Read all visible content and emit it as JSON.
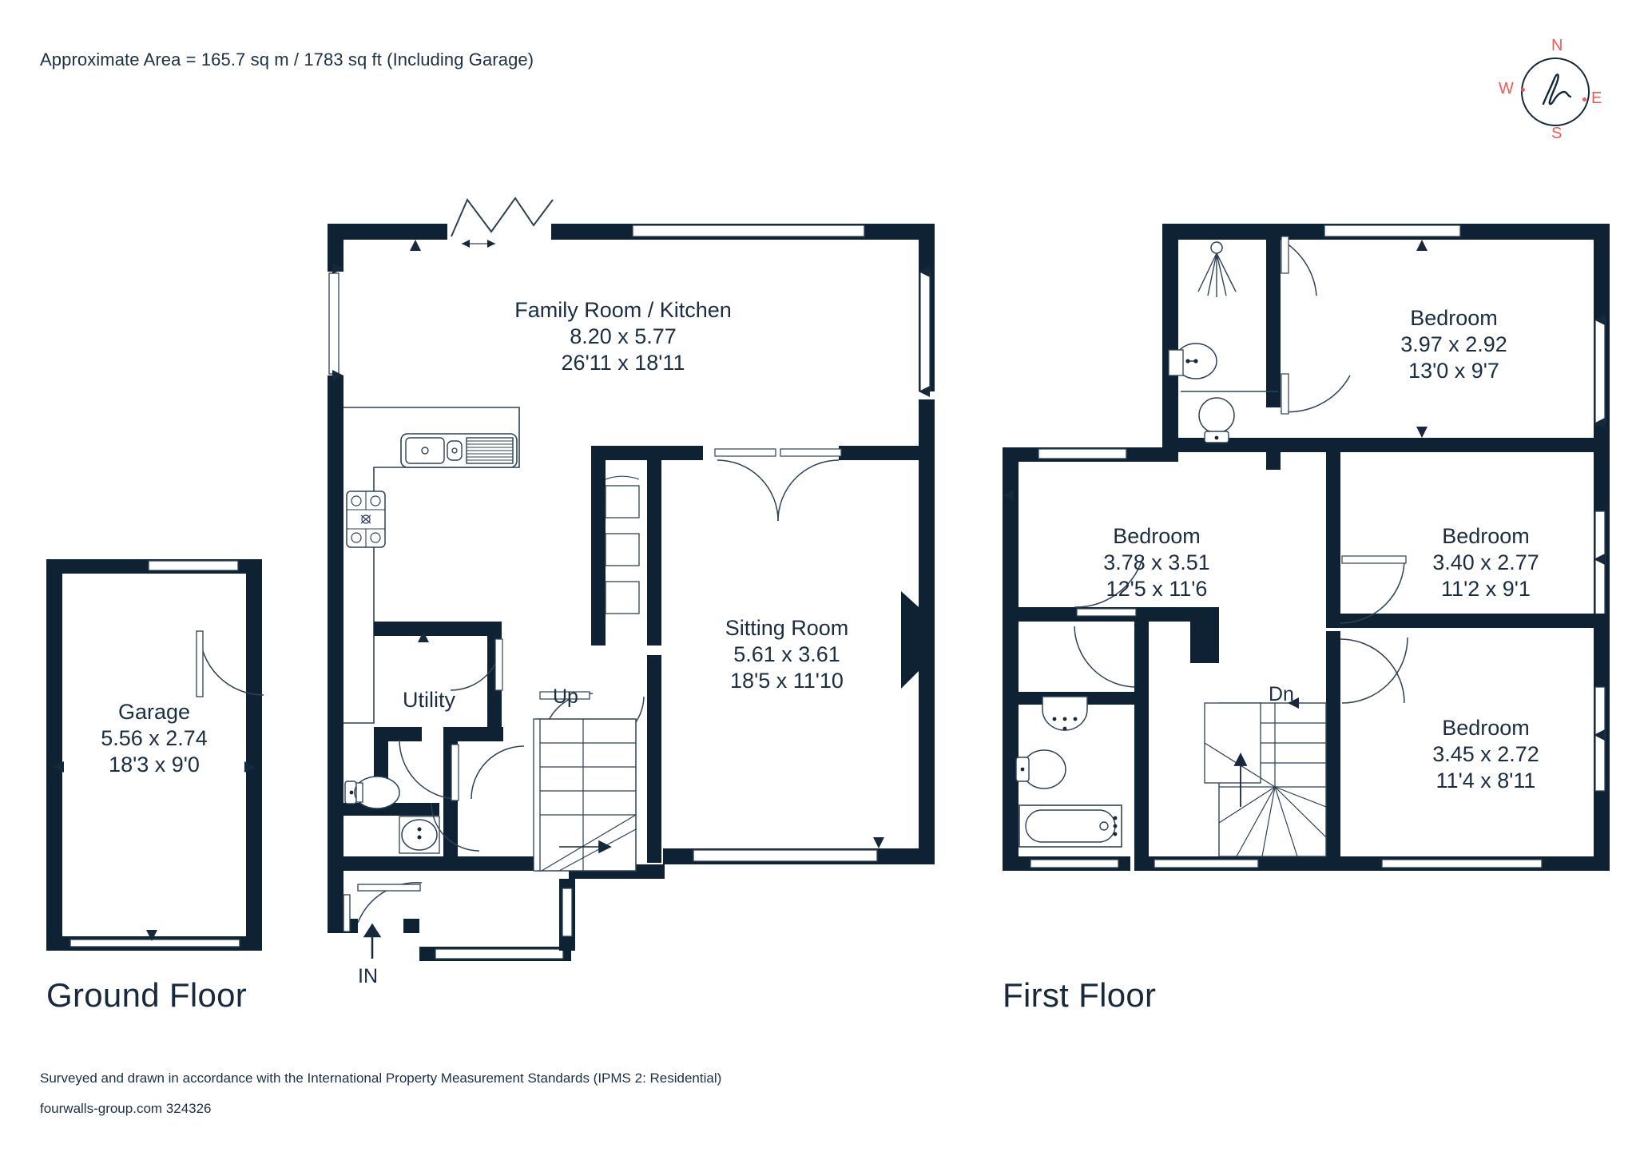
{
  "header": {
    "area_text": "Approximate Area = 165.7 sq m / 1783 sq ft (Including Garage)"
  },
  "compass": {
    "north": "N",
    "east": "E",
    "south": "S",
    "west": "W",
    "logo": "h",
    "accent_color": "#ef5a50",
    "ink_color": "#16283c"
  },
  "floors": [
    {
      "title": "Ground Floor",
      "rooms": [
        {
          "name": "Family Room / Kitchen",
          "metric": "8.20 x 5.77",
          "imperial": "26'11 x 18'11"
        },
        {
          "name": "Sitting Room",
          "metric": "5.61 x 3.61",
          "imperial": "18'5 x 11'10"
        },
        {
          "name": "Garage",
          "metric": "5.56 x 2.74",
          "imperial": "18'3 x 9'0"
        },
        {
          "name": "Utility",
          "metric": "",
          "imperial": ""
        }
      ],
      "markers": [
        {
          "label": "Up"
        },
        {
          "label": "IN"
        }
      ]
    },
    {
      "title": "First Floor",
      "rooms": [
        {
          "name": "Bedroom",
          "metric": "3.97 x 2.92",
          "imperial": "13'0 x 9'7"
        },
        {
          "name": "Bedroom",
          "metric": "3.78 x 3.51",
          "imperial": "12'5 x 11'6"
        },
        {
          "name": "Bedroom",
          "metric": "3.40 x 2.77",
          "imperial": "11'2 x 9'1"
        },
        {
          "name": "Bedroom",
          "metric": "3.45 x 2.72",
          "imperial": "11'4 x 8'11"
        }
      ],
      "markers": [
        {
          "label": "Dn"
        }
      ]
    }
  ],
  "footer": {
    "line1": "Surveyed and drawn in accordance with the International Property Measurement Standards (IPMS 2: Residential)",
    "line2": "fourwalls-group.com 324326"
  },
  "colors": {
    "wall": "#0e2233",
    "thin": "#2d4257",
    "background": "#ffffff"
  }
}
